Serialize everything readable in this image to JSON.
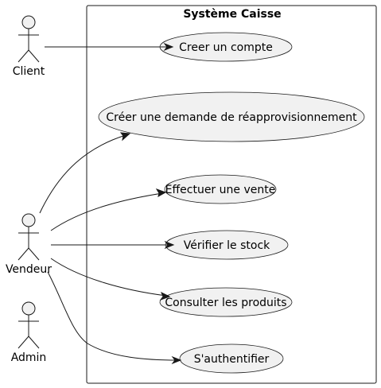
{
  "system": {
    "title": "Système Caisse"
  },
  "actors": [
    {
      "id": "client",
      "label": "Client"
    },
    {
      "id": "vendeur",
      "label": "Vendeur"
    },
    {
      "id": "admin",
      "label": "Admin"
    }
  ],
  "use_cases": [
    {
      "id": "creer-compte",
      "label": "Creer un compte"
    },
    {
      "id": "demande-reappro",
      "label": "Créer une demande de réapprovisionnement"
    },
    {
      "id": "effectuer-vente",
      "label": "Effectuer une vente"
    },
    {
      "id": "verifier-stock",
      "label": "Vérifier le stock"
    },
    {
      "id": "consulter-produits",
      "label": "Consulter les produits"
    },
    {
      "id": "authentifier",
      "label": "S'authentifier"
    }
  ],
  "relations": [
    {
      "from": "Client",
      "to": "Creer un compte"
    },
    {
      "from": "Vendeur",
      "to": "Créer une demande de réapprovisionnement"
    },
    {
      "from": "Vendeur",
      "to": "Effectuer une vente"
    },
    {
      "from": "Vendeur",
      "to": "Vérifier le stock"
    },
    {
      "from": "Vendeur",
      "to": "Consulter les produits"
    },
    {
      "from": "Vendeur",
      "to": "S'authentifier"
    }
  ]
}
